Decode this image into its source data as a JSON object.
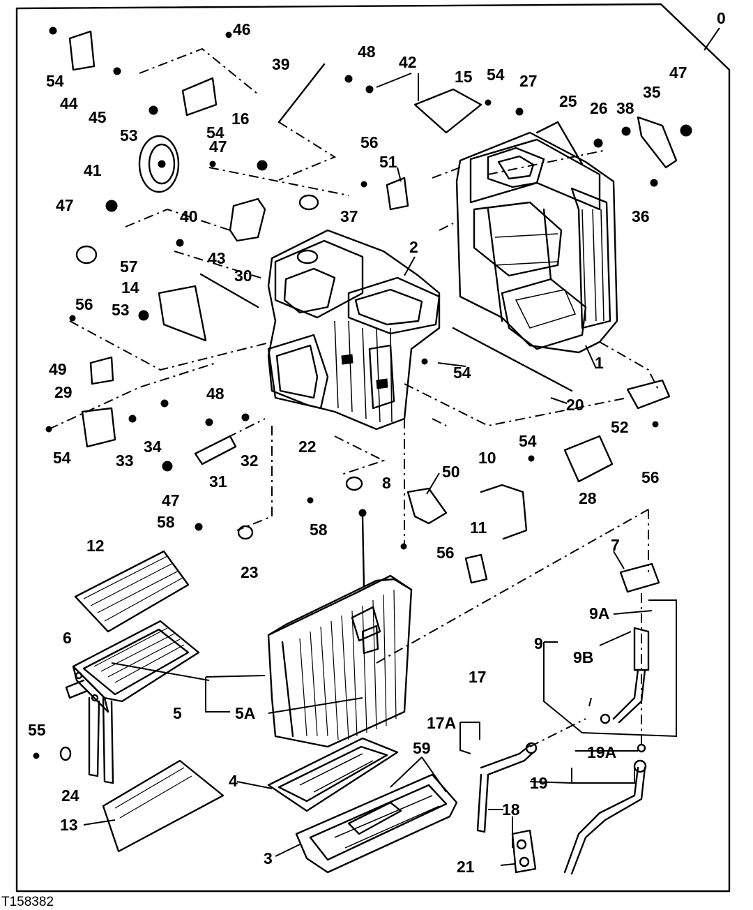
{
  "figure_id": "T158382",
  "colors": {
    "ink": "#000000",
    "paper": "#ffffff"
  },
  "callouts": [
    {
      "id": "c0",
      "text": "0"
    },
    {
      "id": "c1",
      "text": "1"
    },
    {
      "id": "c2",
      "text": "2"
    },
    {
      "id": "c3",
      "text": "3"
    },
    {
      "id": "c4",
      "text": "4"
    },
    {
      "id": "c5",
      "text": "5"
    },
    {
      "id": "c5A",
      "text": "5A"
    },
    {
      "id": "c6",
      "text": "6"
    },
    {
      "id": "c7",
      "text": "7"
    },
    {
      "id": "c8",
      "text": "8"
    },
    {
      "id": "c9",
      "text": "9"
    },
    {
      "id": "c9A",
      "text": "9A"
    },
    {
      "id": "c9B",
      "text": "9B"
    },
    {
      "id": "c10",
      "text": "10"
    },
    {
      "id": "c11",
      "text": "11"
    },
    {
      "id": "c12",
      "text": "12"
    },
    {
      "id": "c13",
      "text": "13"
    },
    {
      "id": "c14",
      "text": "14"
    },
    {
      "id": "c15",
      "text": "15"
    },
    {
      "id": "c16",
      "text": "16"
    },
    {
      "id": "c17",
      "text": "17"
    },
    {
      "id": "c17A",
      "text": "17A"
    },
    {
      "id": "c18",
      "text": "18"
    },
    {
      "id": "c19",
      "text": "19"
    },
    {
      "id": "c19A",
      "text": "19A"
    },
    {
      "id": "c20",
      "text": "20"
    },
    {
      "id": "c21",
      "text": "21"
    },
    {
      "id": "c22",
      "text": "22"
    },
    {
      "id": "c23",
      "text": "23"
    },
    {
      "id": "c24",
      "text": "24"
    },
    {
      "id": "c25",
      "text": "25"
    },
    {
      "id": "c26",
      "text": "26"
    },
    {
      "id": "c27",
      "text": "27"
    },
    {
      "id": "c28",
      "text": "28"
    },
    {
      "id": "c29",
      "text": "29"
    },
    {
      "id": "c30",
      "text": "30"
    },
    {
      "id": "c31",
      "text": "31"
    },
    {
      "id": "c32",
      "text": "32"
    },
    {
      "id": "c33",
      "text": "33"
    },
    {
      "id": "c34",
      "text": "34"
    },
    {
      "id": "c35",
      "text": "35"
    },
    {
      "id": "c36",
      "text": "36"
    },
    {
      "id": "c37",
      "text": "37"
    },
    {
      "id": "c38",
      "text": "38"
    },
    {
      "id": "c39",
      "text": "39"
    },
    {
      "id": "c40",
      "text": "40"
    },
    {
      "id": "c41",
      "text": "41"
    },
    {
      "id": "c42",
      "text": "42"
    },
    {
      "id": "c43",
      "text": "43"
    },
    {
      "id": "c44",
      "text": "44"
    },
    {
      "id": "c45",
      "text": "45"
    },
    {
      "id": "c46",
      "text": "46"
    },
    {
      "id": "c47a",
      "text": "47"
    },
    {
      "id": "c47b",
      "text": "47"
    },
    {
      "id": "c47c",
      "text": "47"
    },
    {
      "id": "c47d",
      "text": "47"
    },
    {
      "id": "c48a",
      "text": "48"
    },
    {
      "id": "c48b",
      "text": "48"
    },
    {
      "id": "c49",
      "text": "49"
    },
    {
      "id": "c50",
      "text": "50"
    },
    {
      "id": "c51",
      "text": "51"
    },
    {
      "id": "c52",
      "text": "52"
    },
    {
      "id": "c53a",
      "text": "53"
    },
    {
      "id": "c53b",
      "text": "53"
    },
    {
      "id": "c54a",
      "text": "54"
    },
    {
      "id": "c54b",
      "text": "54"
    },
    {
      "id": "c54c",
      "text": "54"
    },
    {
      "id": "c54d",
      "text": "54"
    },
    {
      "id": "c54e",
      "text": "54"
    },
    {
      "id": "c54f",
      "text": "54"
    },
    {
      "id": "c55",
      "text": "55"
    },
    {
      "id": "c56a",
      "text": "56"
    },
    {
      "id": "c56b",
      "text": "56"
    },
    {
      "id": "c56c",
      "text": "56"
    },
    {
      "id": "c56d",
      "text": "56"
    },
    {
      "id": "c57",
      "text": "57"
    },
    {
      "id": "c58a",
      "text": "58"
    },
    {
      "id": "c58b",
      "text": "58"
    },
    {
      "id": "c59",
      "text": "59"
    }
  ]
}
